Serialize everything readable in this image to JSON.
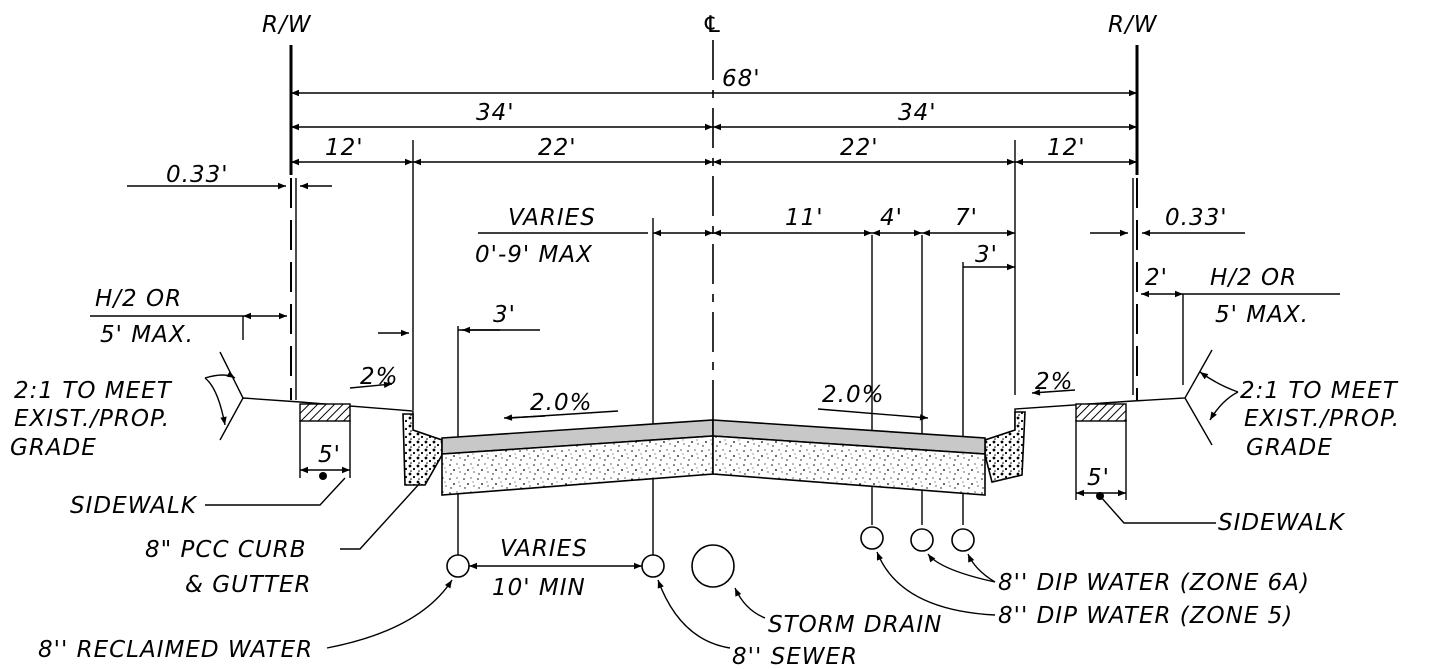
{
  "labels": {
    "rw_left": "R/W",
    "rw_right": "R/W",
    "centerline": "℄",
    "total_width": "68'",
    "half_left": "34'",
    "half_right": "34'",
    "parkway_left": "12'",
    "parkway_right": "12'",
    "roadway_left": "22'",
    "roadway_right": "22'",
    "offset_left": "0.33'",
    "offset_right": "0.33'",
    "varies_top": "VARIES",
    "varies_bottom": "0'-9' MAX",
    "dim_11": "11'",
    "dim_4": "4'",
    "dim_7": "7'",
    "dim_3_right": "3'",
    "dim_3_left": "3'",
    "dim_2": "2'",
    "h2_left_top": "H/2 OR",
    "h2_left_bottom": "5' MAX.",
    "h2_right_top": "H/2 OR",
    "h2_right_bottom": "5' MAX.",
    "slope_left_1": "2:1 TO MEET",
    "slope_left_2": "EXIST./PROP.",
    "slope_left_3": "GRADE",
    "slope_right_1": "2:1 TO MEET",
    "slope_right_2": "EXIST./PROP.",
    "slope_right_3": "GRADE",
    "pkwy_slope_left": "2%",
    "pkwy_slope_right": "2%",
    "road_slope_left": "2.0%",
    "road_slope_right": "2.0%",
    "sidewalk_width_left": "5'",
    "sidewalk_width_right": "5'",
    "sidewalk_left": "SIDEWALK",
    "sidewalk_right": "SIDEWALK",
    "curb_1": "8\" PCC CURB",
    "curb_2": "& GUTTER",
    "pipe_spacing_1": "VARIES",
    "pipe_spacing_2": "10' MIN",
    "reclaimed_water": "8'' RECLAIMED WATER",
    "sewer": "8'' SEWER",
    "storm_drain": "STORM DRAIN",
    "water_6a": "8'' DIP WATER (ZONE 6A)",
    "water_5": "8'' DIP WATER (ZONE 5)"
  }
}
